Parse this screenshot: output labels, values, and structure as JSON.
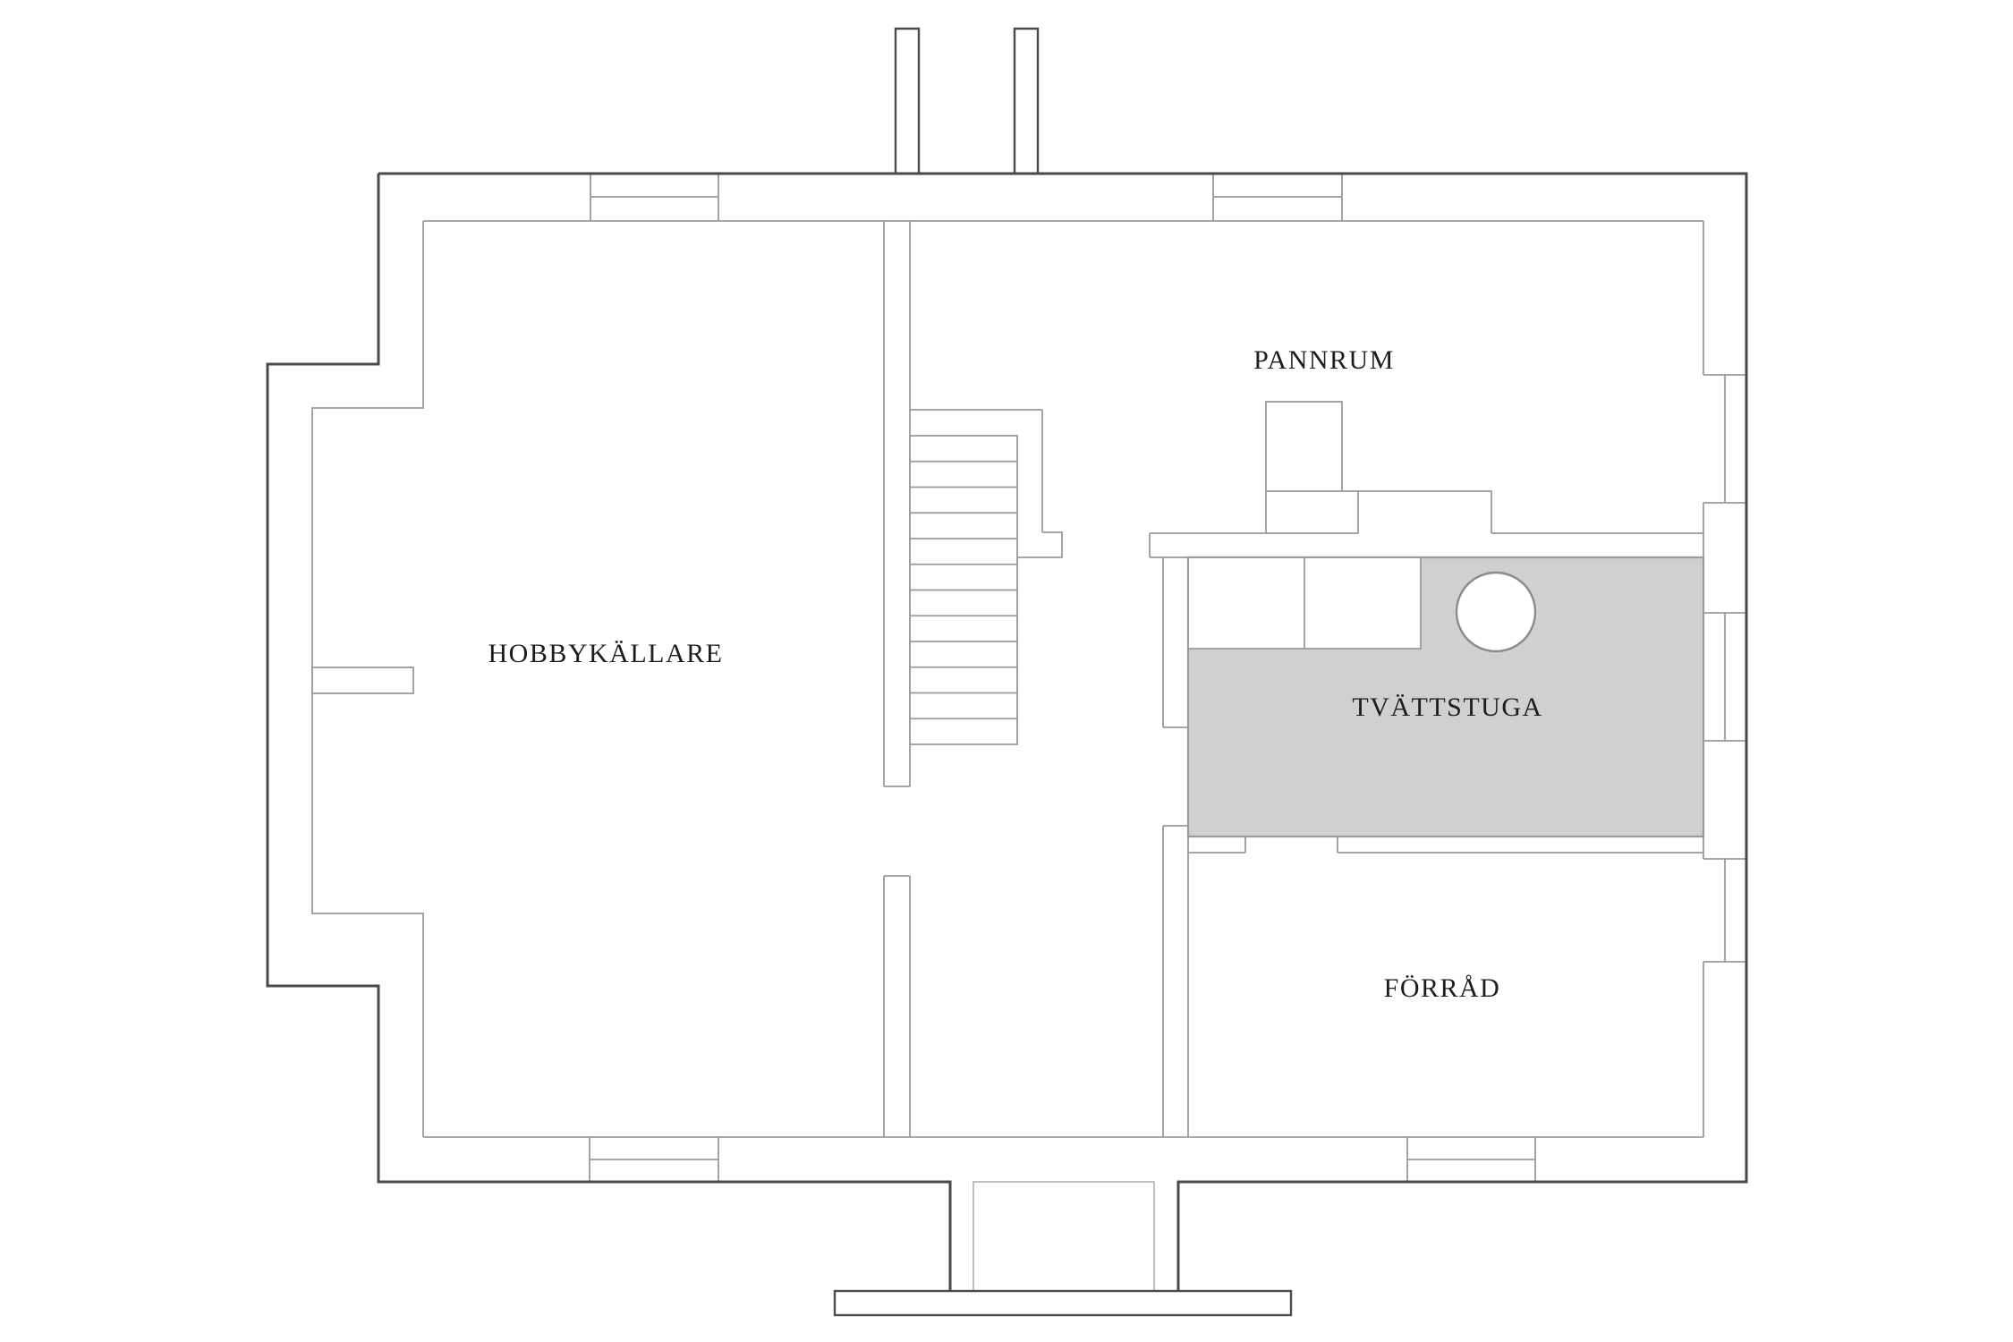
{
  "floorplan": {
    "type": "basement-floor-plan",
    "rooms": [
      {
        "id": "hobbykallare",
        "label": "HOBBYKÄLLARE"
      },
      {
        "id": "pannrum",
        "label": "PANNRUM"
      },
      {
        "id": "tvattstuga",
        "label": "TVÄTTSTUGA"
      },
      {
        "id": "forrad",
        "label": "FÖRRÅD"
      }
    ],
    "highlighted_room": {
      "label": "TVÄTTSTUGA",
      "fill": "#d0d0d0",
      "border": "#999999"
    },
    "colors": {
      "background": "#ffffff",
      "outer_wall_line": "#4a4a4a",
      "inner_wall_line": "#9a9a9a",
      "label_text": "#1d1d1d"
    },
    "fixtures": {
      "stair_treads": 12,
      "laundry_counter_units": 2,
      "laundry_basin_circles": 1,
      "boiler_blocks": 1,
      "chimney_stacks": 2,
      "wall_windows": 7,
      "entrance_porch_steps": 1
    }
  }
}
